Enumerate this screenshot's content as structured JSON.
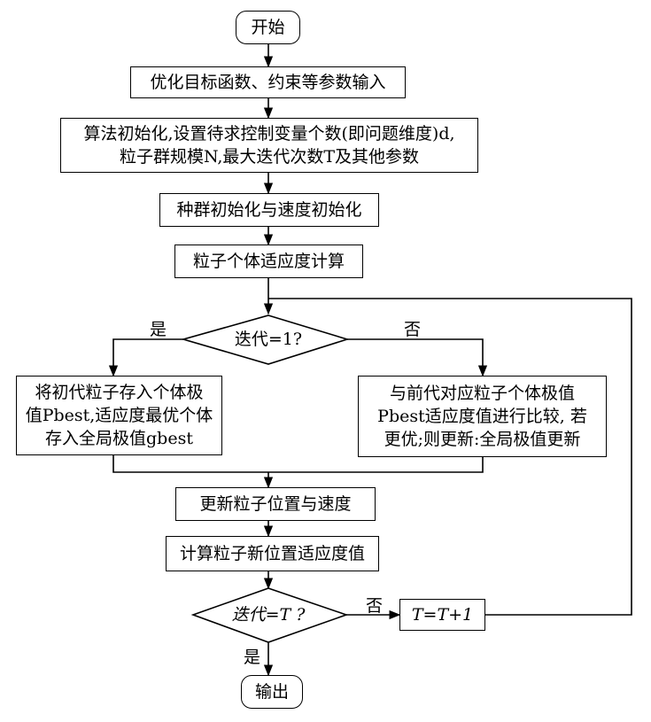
{
  "nodes": {
    "start": "开始",
    "input": "优化目标函数、约束等参数输入",
    "init_line1": "算法初始化,设置待求控制变量个数(即问题维度)d,",
    "init_line2": "粒子群规模N,最大迭代次数T及其他参数",
    "pop_init": "种群初始化与速度初始化",
    "fitness": "粒子个体适应度计算",
    "decision1": "迭代=1?",
    "left_line1": "将初代粒子存入个体极",
    "left_line2": "值Pbest,适应度最优个体",
    "left_line3": "存入全局极值gbest",
    "right_line1": "与前代对应粒子个体极值",
    "right_line2": "Pbest适应度值进行比较, 若",
    "right_line3": "更优;则更新:全局极值更新",
    "update": "更新粒子位置与速度",
    "calc": "计算粒子新位置适应度值",
    "decision2": "迭代=T ?",
    "increment": "T=T+1",
    "end": "输出"
  },
  "edge_labels": {
    "yes1": "是",
    "no1": "否",
    "no2": "否",
    "yes2": "是"
  }
}
